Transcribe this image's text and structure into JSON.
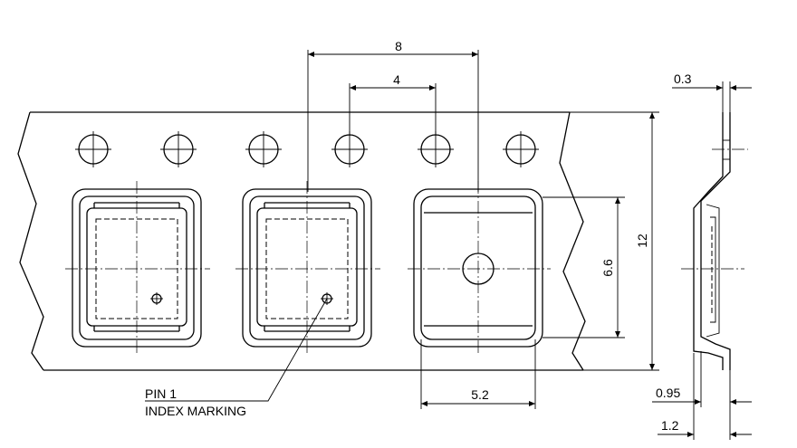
{
  "drawing": {
    "dimensions": {
      "pitch_8": "8",
      "hole_pitch_4": "4",
      "tape_width_12": "12",
      "pocket_6_6": "6.6",
      "pocket_5_2": "5.2",
      "thickness_0_3": "0.3",
      "dim_0_95": "0.95",
      "dim_1_2": "1.2"
    },
    "callout": {
      "line1": "PIN 1",
      "line2": "INDEX MARKING"
    }
  }
}
